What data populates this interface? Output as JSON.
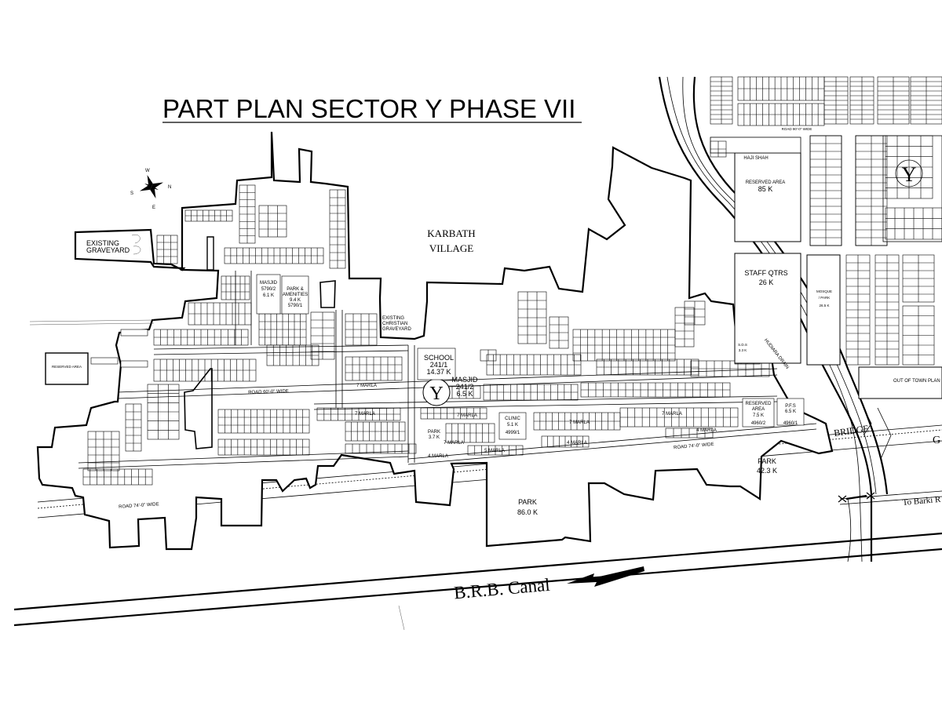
{
  "title": "PART PLAN SECTOR Y PHASE VII",
  "sector_symbol": "Y",
  "compass": {
    "n": "N",
    "s": "S",
    "e": "E",
    "w": "W"
  },
  "labels": {
    "karbath_village": [
      "KARBATH",
      "VILLAGE"
    ],
    "existing_graveyard": [
      "EXISTING",
      "GRAVEYARD"
    ],
    "christian_graveyard": [
      "EXISTING",
      "CHRISTIAN",
      "GRAVEYARD"
    ],
    "masjid_1": [
      "MASJID",
      "5790/2",
      "6.1 K"
    ],
    "park_amenities": [
      "PARK &",
      "AMENITIES",
      "9.4 K",
      "5790/1"
    ],
    "school": [
      "SCHOOL",
      "241/1",
      "14.37 K"
    ],
    "masjid_2": [
      "MASJID",
      "241/2",
      "6.5 K"
    ],
    "clinic": [
      "CLINIC",
      "5.1 K",
      "4999/1"
    ],
    "reserved_area_small": [
      "RESERVED",
      "AREA",
      "7.5 K",
      "4960/2"
    ],
    "pfs": [
      "P.F.S",
      "6.5 K",
      "4960/1"
    ],
    "park_big": [
      "PARK",
      "86.0 K"
    ],
    "park_42": [
      "PARK",
      "42.3 K"
    ],
    "park_small": [
      "PARK",
      "3.7 K"
    ],
    "staff_qtrs": [
      "STAFF QTRS",
      "26 K"
    ],
    "reserved_85": [
      "RESERVED AREA",
      "85 K"
    ],
    "haji_shah": "HAJI SHAH",
    "mosque_park": [
      "MOSQUE",
      "/ PARK",
      "26.5 K"
    ],
    "out_of_town": "OUT OF TOWN PLAN",
    "bridge": "BRIDGE",
    "hudiara_drain": "HUDIARA DRAIN",
    "to_barki": "To Barki R",
    "brb_canal": "B.R.B. Canal",
    "g_letter": "G",
    "road_60": "ROAD 60'-0\" WIDE",
    "road_74_left": "ROAD 74'-0\" WIDE",
    "road_74_right": "ROAD 74'-0\" WIDE",
    "road_90": "ROAD 90'-0\" WIDE",
    "seven_marla": "7 MARLA",
    "five_marla": "5 MARLA",
    "four_marla": "4 MARLA",
    "reserved_area_tag": "RESERVED AREA",
    "sds": [
      "S.D.S",
      "3.3 K"
    ]
  }
}
